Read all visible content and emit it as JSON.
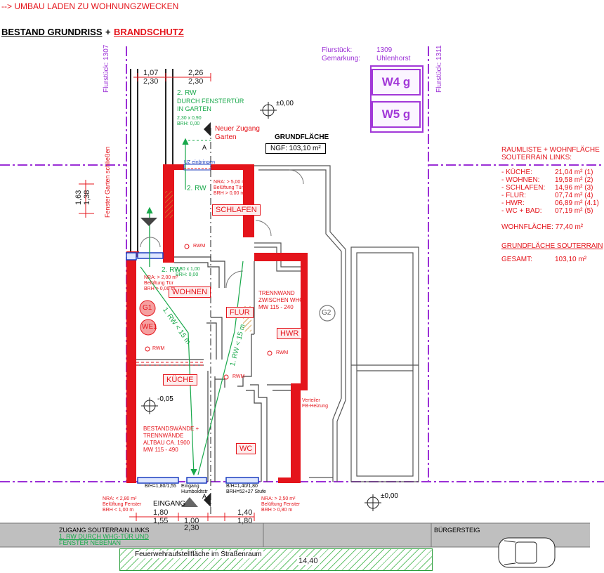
{
  "header": {
    "subtitle": "--> UMBAU LADEN ZU WOHNUNGZWECKEN",
    "title_part1": "BESTAND GRUNDRISS",
    "title_plus": "+",
    "title_part2": "BRANDSCHUTZ"
  },
  "plot": {
    "flurstueck_label": "Flurstück:",
    "flurstueck_value": "1309",
    "gemarkung_label": "Gemarkung:",
    "gemarkung_value": "Uhlenhorst",
    "left_parcel": "Flurstück: 1307",
    "right_parcel": "Flurstück: 1311"
  },
  "badges": [
    "W4 g",
    "W5 g"
  ],
  "grundflaeche": {
    "heading": "GRUNDFLÄCHE",
    "ngf": "NGF: 103,10 m²"
  },
  "raumliste": {
    "heading_line1": "RAUMLISTE + WOHNFLÄCHE",
    "heading_line2": "SOUTERRAIN LINKS:",
    "rows": [
      {
        "name": "- KÜCHE:",
        "value": "21,04 m² (1)"
      },
      {
        "name": "- WOHNEN:",
        "value": "19,58 m² (2)"
      },
      {
        "name": "- SCHLAFEN:",
        "value": "14,96 m² (3)"
      },
      {
        "name": "- FLUR:",
        "value": "07,74 m² (4)"
      },
      {
        "name": "- HWR:",
        "value": "06,89 m² (4.1)"
      },
      {
        "name": "- WC + BAD:",
        "value": "07,19 m² (5)"
      }
    ],
    "wohnflaeche": "WOHNFLÄCHE:  77,40 m²",
    "souterrain_heading": "GRUNDFLÄCHE SOUTERRAIN",
    "gesamt_label": "GESAMT:",
    "gesamt_value": "103,10 m²"
  },
  "rooms": {
    "schlafen": "SCHLAFEN",
    "wohnen": "WOHNEN",
    "flur": "FLUR",
    "hwr": "HWR",
    "kueche": "KÜCHE",
    "wc": "WC",
    "rwm": "RWM",
    "g1": "G1",
    "we1": "WE1",
    "g2": "G2"
  },
  "annotations": {
    "rw2_title": "2. RW",
    "rw2_line1": "DURCH FENSTERTÜR",
    "rw2_line2": "IN GARTEN",
    "rw2_dims1": "2,30 x 0,90",
    "rw2_dims2": "BRH: 0,00",
    "neuer_zugang1": "Neuer Zugang",
    "neuer_zugang2": "Garten",
    "level_top": "±0,00",
    "level_bottom": "±0,00",
    "level_kueche": "-0,05",
    "fenster_garten": "Fenster Garten schließen",
    "uz_einbringen": "UZ einbringen",
    "rw2_small": "2. RW",
    "nra_schlafen1": "NRA: > 5,00 m²",
    "nra_schlafen2": "Belüftung Tür",
    "nra_schlafen3": "BRH > 0,00 m",
    "rw2_wohnen": "2. RW",
    "rw2_wohnen_dims1": "2,30 x 1,00",
    "rw2_wohnen_dims2": "BRH: 0,00",
    "nra_wohnen1": "NRA: > 2,00 m²",
    "nra_wohnen2": "Belüftung Tür",
    "nra_wohnen3": "BRH > 0,00 m",
    "rw1_a": "1. RW < 15 m",
    "rw1_b": "1. RW < 15 m",
    "trennwand1": "TRENNWAND",
    "trennwand2": "ZWISCHEN WHG",
    "trennwand3": "MW 115 - 240",
    "bestand1": "BESTANDSWÄNDE +",
    "bestand2": "TRENNWÄNDE",
    "bestand3": "ALTBAU CA. 1900",
    "bestand4": "MW 115 - 490",
    "verteiler1": "Verteiler",
    "verteiler2": "FB-Heizung",
    "bh_left": "B/H=1,80/1,55",
    "eingang_small1": "Eingang",
    "eingang_small2": "Humboldtstr",
    "bh_right1": "B/H=1,40/1,80",
    "bh_right2": "BRH=52+27 Stufe",
    "nra_kueche1": "NRA: < 2,80 m²",
    "nra_kueche2": "Belüftung Fenster",
    "nra_kueche3": "BRH < 1,00 m",
    "nra_wc1": "NRA: > 2,50 m²",
    "nra_wc2": "Belüftung Fenster",
    "nra_wc3": "BRH > 0,80 m",
    "eingang": "EINGANG",
    "section_a": "A"
  },
  "dimensions": {
    "top_left_a": "1,07",
    "top_left_b": "2,30",
    "top_right_a": "2,26",
    "top_right_b": "2,30",
    "side_a": "1,63",
    "side_b": "1,38",
    "bottom_left_a": "1,80",
    "bottom_left_b": "1,55",
    "bottom_mid_a": "1,00",
    "bottom_mid_b": "2,30",
    "bottom_right_a": "1,40",
    "bottom_right_b": "1,80",
    "total_width": "14,40"
  },
  "street": {
    "zugang1": "ZUGANG SOUTERRAIN LINKS",
    "zugang2": "1. RW DURCH WHG-TÜR UND",
    "zugang3": "FENSTER NEBENAN",
    "buergersteig": "BÜRGERSTEIG",
    "feuerwehr": "Feuerwehraufstellfläche im Straßenraum"
  },
  "colors": {
    "wall": "#e4141b",
    "purple": "#9b2fd6",
    "green": "#18a84a",
    "sidewalk": "#bfbfbf"
  }
}
